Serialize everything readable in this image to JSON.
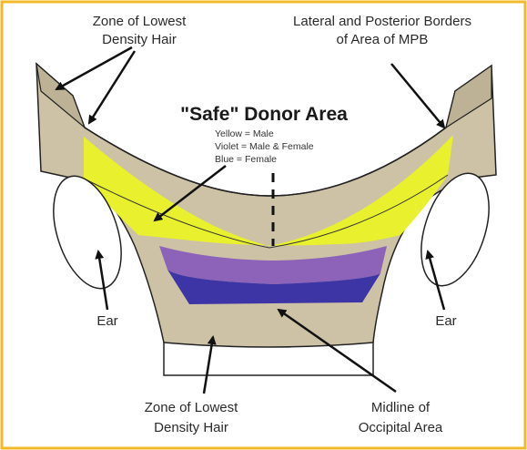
{
  "title": "\"Safe\" Donor Area",
  "legend": [
    "Yellow = Male",
    "Violet = Male & Female",
    "Blue = Female"
  ],
  "labels": {
    "zone_top": [
      "Zone of Lowest",
      "Density Hair"
    ],
    "lateral": [
      "Lateral and Posterior Borders",
      "of Area of MPB"
    ],
    "ear_left": "Ear",
    "ear_right": "Ear",
    "zone_bottom": [
      "Zone of Lowest",
      "Density Hair"
    ],
    "midline": [
      "Midline of",
      "Occipital Area"
    ]
  },
  "colors": {
    "frame": "#f2b928",
    "skin": "#cdc2a5",
    "yellow": "#e9f02d",
    "violet": "#8c63b8",
    "blue": "#3d35a6",
    "outline": "#222222"
  }
}
